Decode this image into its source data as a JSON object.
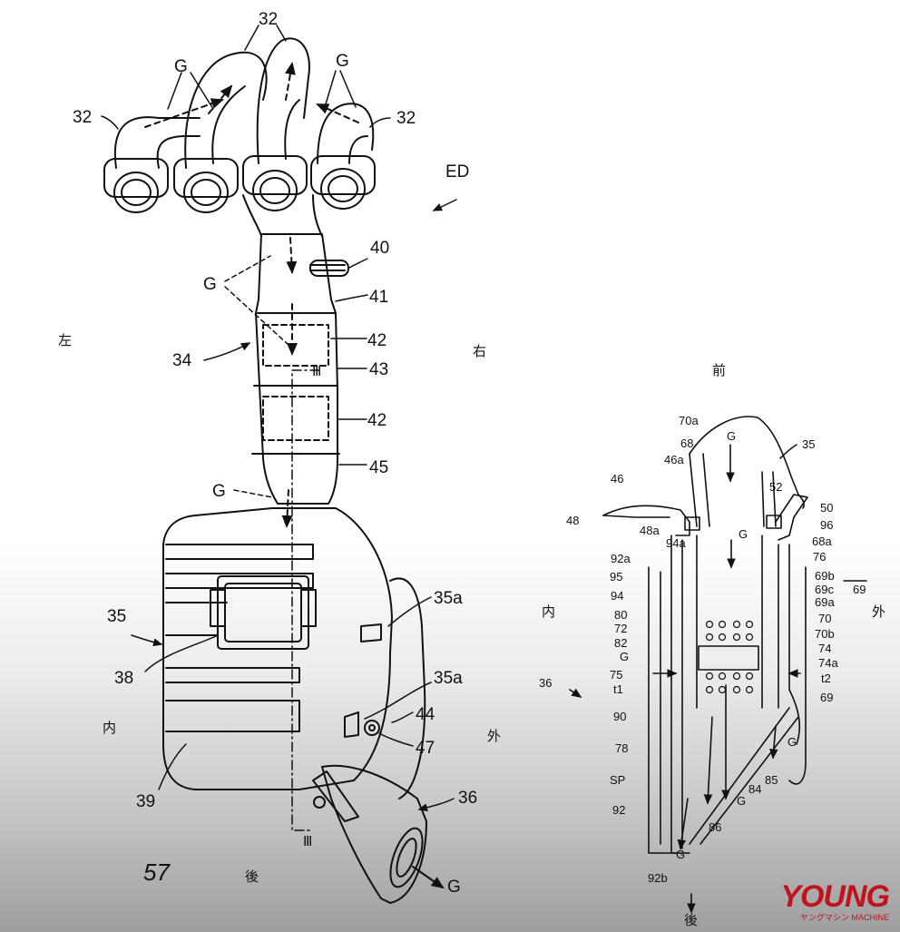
{
  "figure_number": "57",
  "fig1": {
    "labels": {
      "pipe_top_a": "32",
      "pipe_top_b": "32",
      "pipe_left": "32",
      "pipe_right": "32",
      "g_left": "G",
      "g_right": "G",
      "ed": "ED",
      "n40": "40",
      "g_mid": "G",
      "n41": "41",
      "n42a": "42",
      "n34": "34",
      "n43": "43",
      "n42b": "42",
      "n45": "45",
      "g_low": "G",
      "n35": "35",
      "n35a1": "35a",
      "n38": "38",
      "n35a2": "35a",
      "n44": "44",
      "n47": "47",
      "n39": "39",
      "n36": "36",
      "g_out": "G",
      "section": "Ⅲ",
      "section_b": "Ⅲ"
    },
    "directions": {
      "left": "左",
      "right": "右",
      "inner": "内",
      "outer": "外",
      "rear": "後"
    }
  },
  "fig2": {
    "labels": {
      "front": "前",
      "n35": "35",
      "n70a": "70a",
      "g_top": "G",
      "n68": "68",
      "n46a": "46a",
      "n52": "52",
      "n46": "46",
      "n50": "50",
      "n48": "48",
      "n96": "96",
      "n48a": "48a",
      "g_mid": "G",
      "n68a": "68a",
      "n92a": "92a",
      "n94a": "94a",
      "n76": "76",
      "n69b": "69b",
      "n69": "69",
      "n95": "95",
      "n69c": "69c",
      "n69a": "69a",
      "n94": "94",
      "inner": "内",
      "outer": "外",
      "n70": "70",
      "n80": "80",
      "n72": "72",
      "n70b": "70b",
      "n82": "82",
      "n74": "74",
      "g_l": "G",
      "n74a": "74a",
      "n75": "75",
      "n36": "36",
      "t2": "t2",
      "t1": "t1",
      "n69_low": "69",
      "n90": "90",
      "g_right": "G",
      "n78": "78",
      "n85": "85",
      "n84": "84",
      "sp": "SP",
      "g_lower": "G",
      "n92": "92",
      "n86": "86",
      "g_bottom": "G",
      "n92b": "92b",
      "rear": "後"
    }
  },
  "logo": {
    "text": "YOUNG",
    "sub": "ヤングマシン MACHINE"
  },
  "colors": {
    "ink": "#111111",
    "logo": "#c0141c"
  }
}
